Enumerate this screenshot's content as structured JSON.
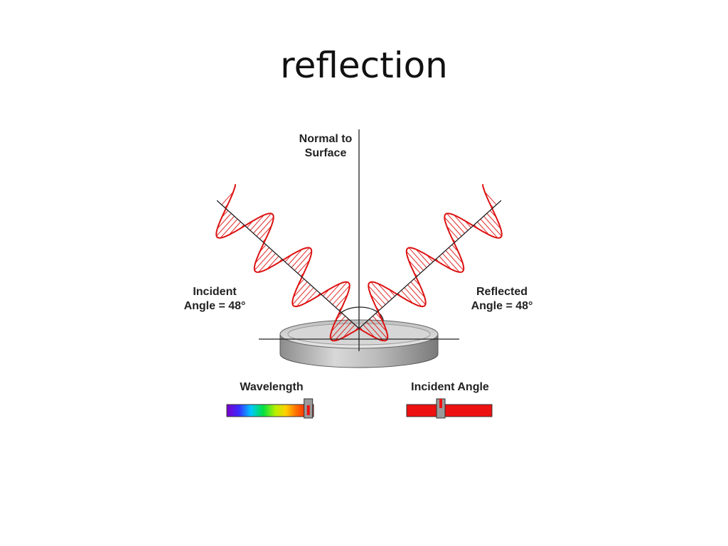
{
  "slide": {
    "title": "reflection"
  },
  "diagram": {
    "normal_label": [
      "Normal to",
      "Surface"
    ],
    "incident_label": [
      "Incident",
      "Angle = 48°"
    ],
    "reflected_label": [
      "Reflected",
      "Angle = 48°"
    ],
    "incident_angle_deg": 48,
    "reflected_angle_deg": 48
  },
  "controls": {
    "wavelength": {
      "label": "Wavelength",
      "value_fraction": 0.94
    },
    "incident_angle": {
      "label": "Incident Angle",
      "value_fraction": 0.4
    }
  },
  "colors": {
    "wave": "#dd1111",
    "slider_red": "#ee1111",
    "line": "#222222"
  }
}
